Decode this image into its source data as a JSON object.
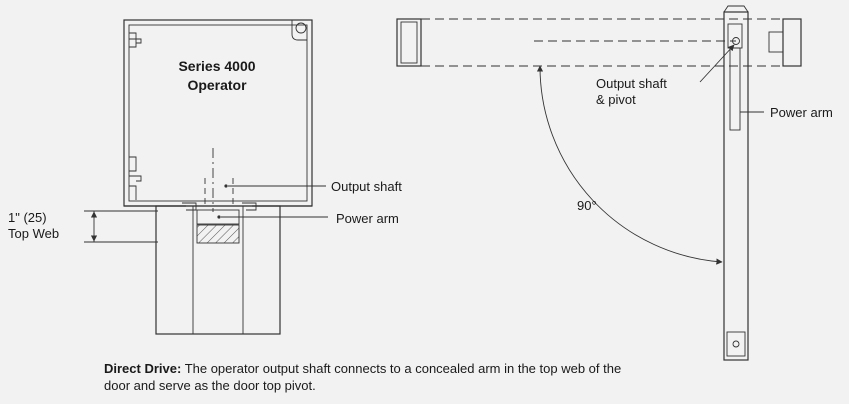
{
  "labels": {
    "series_line1": "Series 4000",
    "series_line2": "Operator",
    "output_shaft": "Output shaft",
    "power_arm_left": "Power arm",
    "top_web_line1": "1\" (25)",
    "top_web_line2": "Top Web",
    "output_shaft_pivot_line1": "Output shaft",
    "output_shaft_pivot_line2": "& pivot",
    "power_arm_right": "Power arm",
    "angle": "90°"
  },
  "caption": {
    "bold": "Direct Drive:",
    "text": " The operator output shaft connects to a concealed arm in the top web of the door and serve as the door top pivot."
  },
  "colors": {
    "background": "#f2f2f2",
    "line": "#333333"
  }
}
